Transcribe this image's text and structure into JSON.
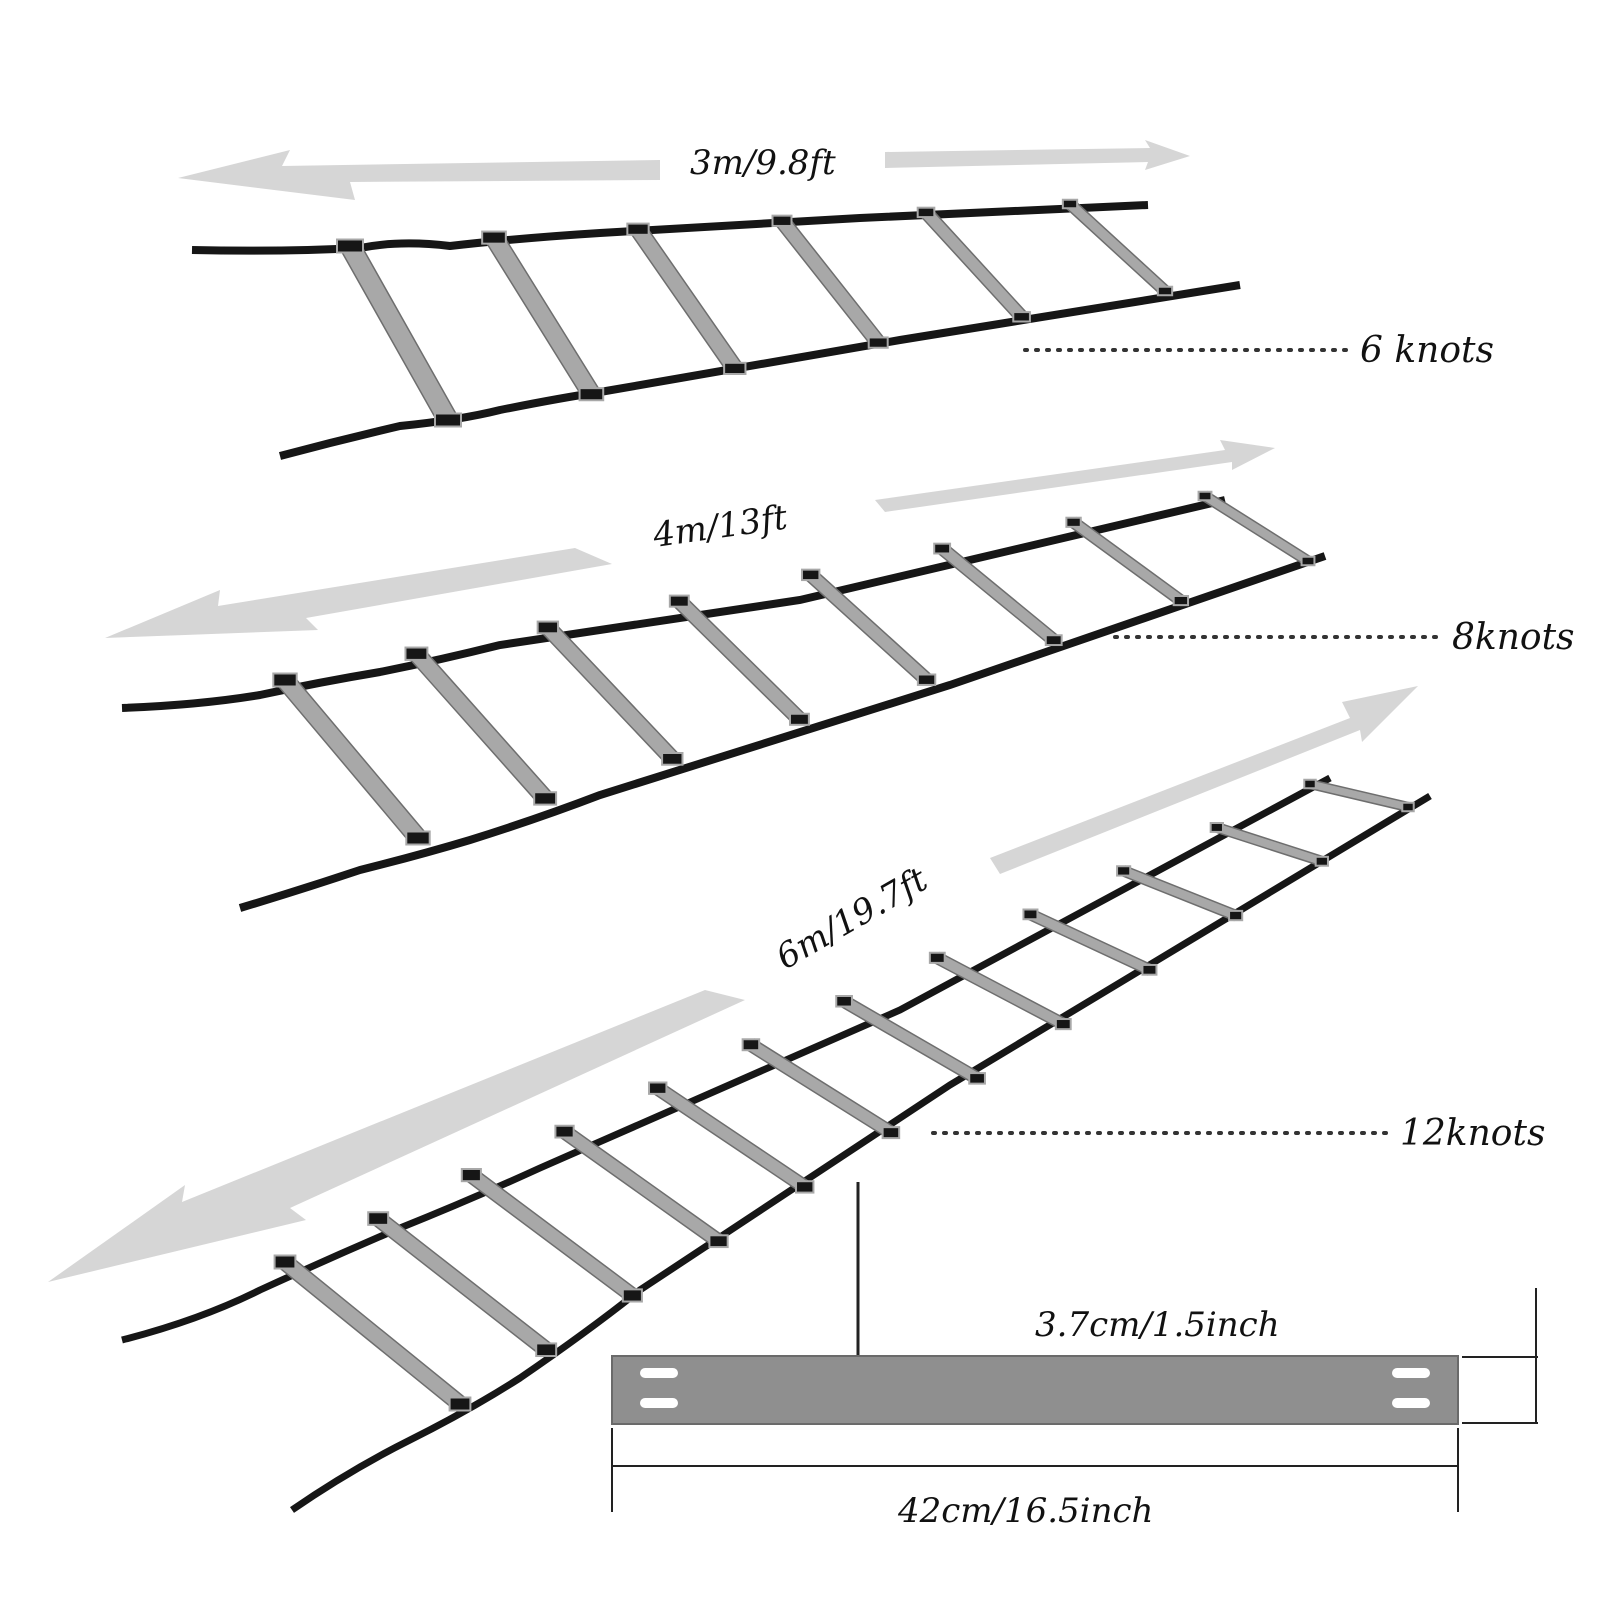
{
  "ladders": [
    {
      "length_label": "3m/9.8ft",
      "knots_label": "6 knots",
      "rungs": 6
    },
    {
      "length_label": "4m/13ft",
      "knots_label": "8knots",
      "rungs": 8
    },
    {
      "length_label": "6m/19.7ft",
      "knots_label": "12knots",
      "rungs": 12
    }
  ],
  "rung_detail": {
    "width_label": "3.7cm/1.5inch",
    "length_label": "42cm/16.5inch"
  },
  "colors": {
    "strap": "#161616",
    "rung": "#a8a8a8",
    "rung_edge": "#6e6e6e",
    "arrow": "#d6d6d6",
    "dots": "#333333",
    "detail_rung": "#8f8f8f"
  }
}
